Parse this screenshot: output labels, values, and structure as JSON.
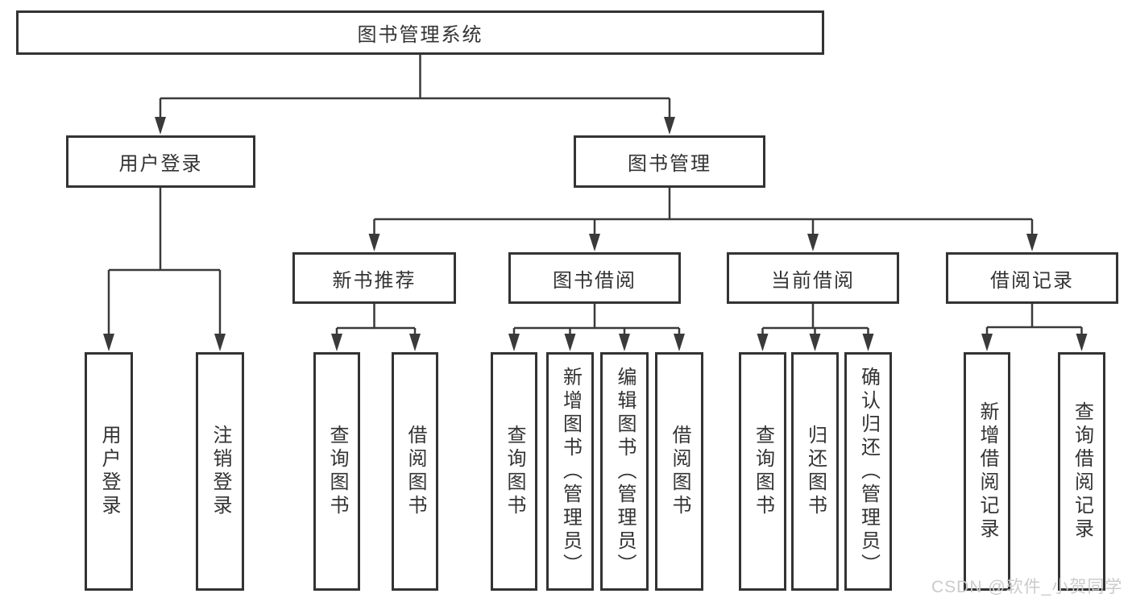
{
  "tree": {
    "label": "图书管理系统",
    "children": [
      {
        "label": "用户登录",
        "children": [
          {
            "label": "用户登录"
          },
          {
            "label": "注销登录"
          }
        ]
      },
      {
        "label": "图书管理",
        "children": [
          {
            "label": "新书推荐",
            "children": [
              {
                "label": "查询图书"
              },
              {
                "label": "借阅图书"
              }
            ]
          },
          {
            "label": "图书借阅",
            "children": [
              {
                "label": "查询图书"
              },
              {
                "label": "新增图书（管理员）"
              },
              {
                "label": "编辑图书（管理员）"
              },
              {
                "label": "借阅图书"
              }
            ]
          },
          {
            "label": "当前借阅",
            "children": [
              {
                "label": "查询图书"
              },
              {
                "label": "归还图书"
              },
              {
                "label": "确认归还（管理员）"
              }
            ]
          },
          {
            "label": "借阅记录",
            "children": [
              {
                "label": "新增借阅记录"
              },
              {
                "label": "查询借阅记录"
              }
            ]
          }
        ]
      }
    ]
  },
  "watermark": {
    "text": "CSDN @软件_小贺同学"
  },
  "colors": {
    "line": "#3a3a3a",
    "box_border": "#333333",
    "text": "#333333",
    "background": "#ffffff",
    "watermark": "#cbcbcb"
  }
}
